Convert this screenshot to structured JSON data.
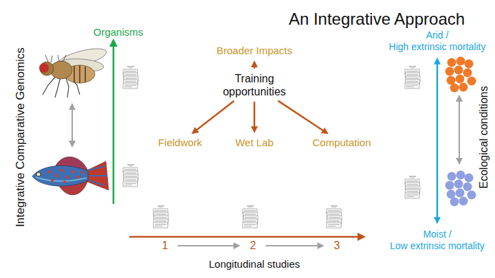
{
  "diagram": {
    "title": "An Integrative Approach",
    "nodes": [
      {
        "text": [
          "Training opportunities"
        ]
      },
      {
        "text": [
          "Broader Impacts"
        ]
      },
      {
        "text": [
          "Fieldwork"
        ]
      },
      {
        "text": [
          "Wet Lab"
        ]
      },
      {
        "text": [
          "Computation"
        ]
      },
      {
        "text": [
          "1"
        ]
      },
      {
        "text": [
          "2"
        ]
      },
      {
        "text": [
          "3"
        ]
      },
      {
        "text": [
          "Arid / High extrinsic mortality"
        ]
      },
      {
        "text": [
          "Moist / Low extrinsic mortality"
        ]
      }
    ],
    "edges": [
      {
        "from": 0,
        "to": 1,
        "arrow": "to"
      },
      {
        "from": 0,
        "to": 2,
        "arrow": "to"
      },
      {
        "from": 0,
        "to": 3,
        "arrow": "to"
      },
      {
        "from": 0,
        "to": 4,
        "arrow": "to"
      },
      {
        "from": 5,
        "to": 6,
        "arrow": "to"
      },
      {
        "from": 6,
        "to": 7,
        "arrow": "to"
      },
      {
        "from": 8,
        "to": 9,
        "arrow": "both"
      }
    ],
    "labels": [
      "Integrative Comparative Genomics",
      "Organisms",
      "Longitudinal studies",
      "Ecological conditions"
    ]
  }
}
